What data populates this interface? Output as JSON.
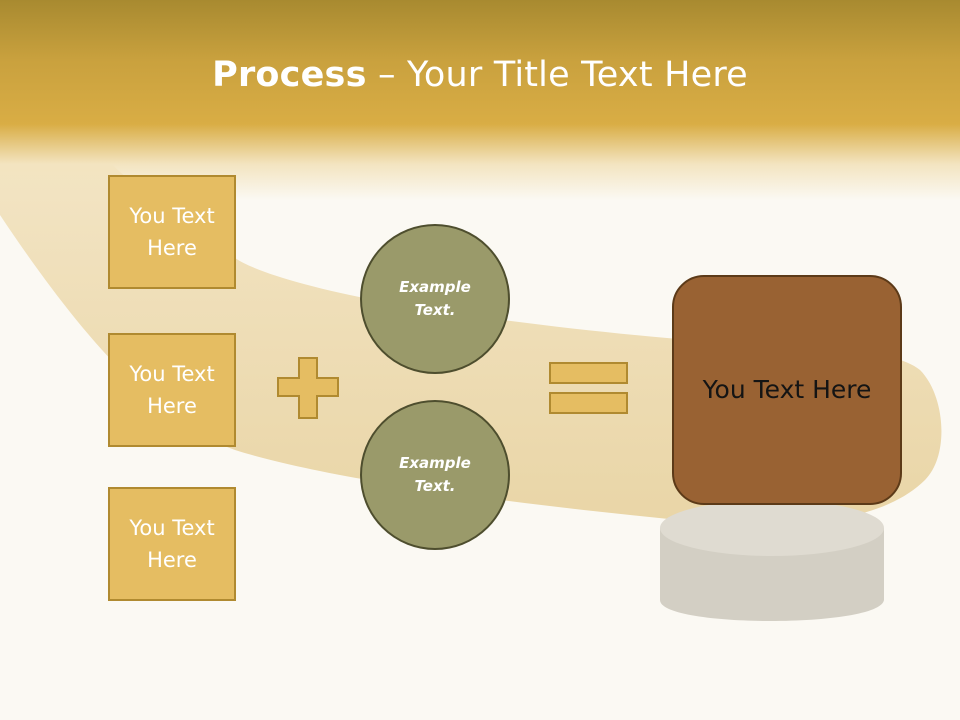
{
  "slide": {
    "title_bold": "Process",
    "title_separator": " – ",
    "title_rest": "Your Title Text Here",
    "text_boxes": [
      {
        "line1": "You Text",
        "line2": "Here"
      },
      {
        "line1": "You Text",
        "line2": "Here"
      },
      {
        "line1": "You Text",
        "line2": "Here"
      }
    ],
    "circles": [
      {
        "line1": "Example",
        "line2": "Text."
      },
      {
        "line1": "Example",
        "line2": "Text."
      }
    ],
    "result_text": "You Text Here"
  },
  "colors": {
    "header_gold": "#d9ad45",
    "box_fill": "#e5bd62",
    "box_border": "#b08a30",
    "circle_fill": "#9a9a6a",
    "result_fill": "#996233",
    "background": "#fbf9f3"
  },
  "icons": {
    "plus": "plus-icon",
    "equals": "equals-icon",
    "background": "hockey-stick-and-puck-illustration"
  }
}
